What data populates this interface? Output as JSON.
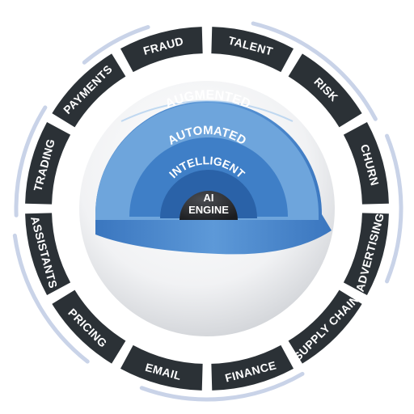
{
  "ring": {
    "segments": [
      "FRAUD",
      "TALENT",
      "RISK",
      "CHURN",
      "ADVERTISING",
      "SUPPLY CHAIN",
      "FINANCE",
      "EMAIL",
      "PRICING",
      "ASSISTANTS",
      "TRADING",
      "PAYMENTS"
    ]
  },
  "core": {
    "layers": [
      "AUGMENTED",
      "AUTOMATED",
      "INTELLIGENT"
    ],
    "engine_line1": "AI",
    "engine_line2": "ENGINE"
  },
  "colors": {
    "segment": "#2b3136",
    "ring_accent": "#c9d3e8",
    "layer_outer": "#6ea5dc",
    "layer_mid": "#3f7fc7",
    "layer_inner": "#2a62a8",
    "engine": "#222428"
  }
}
